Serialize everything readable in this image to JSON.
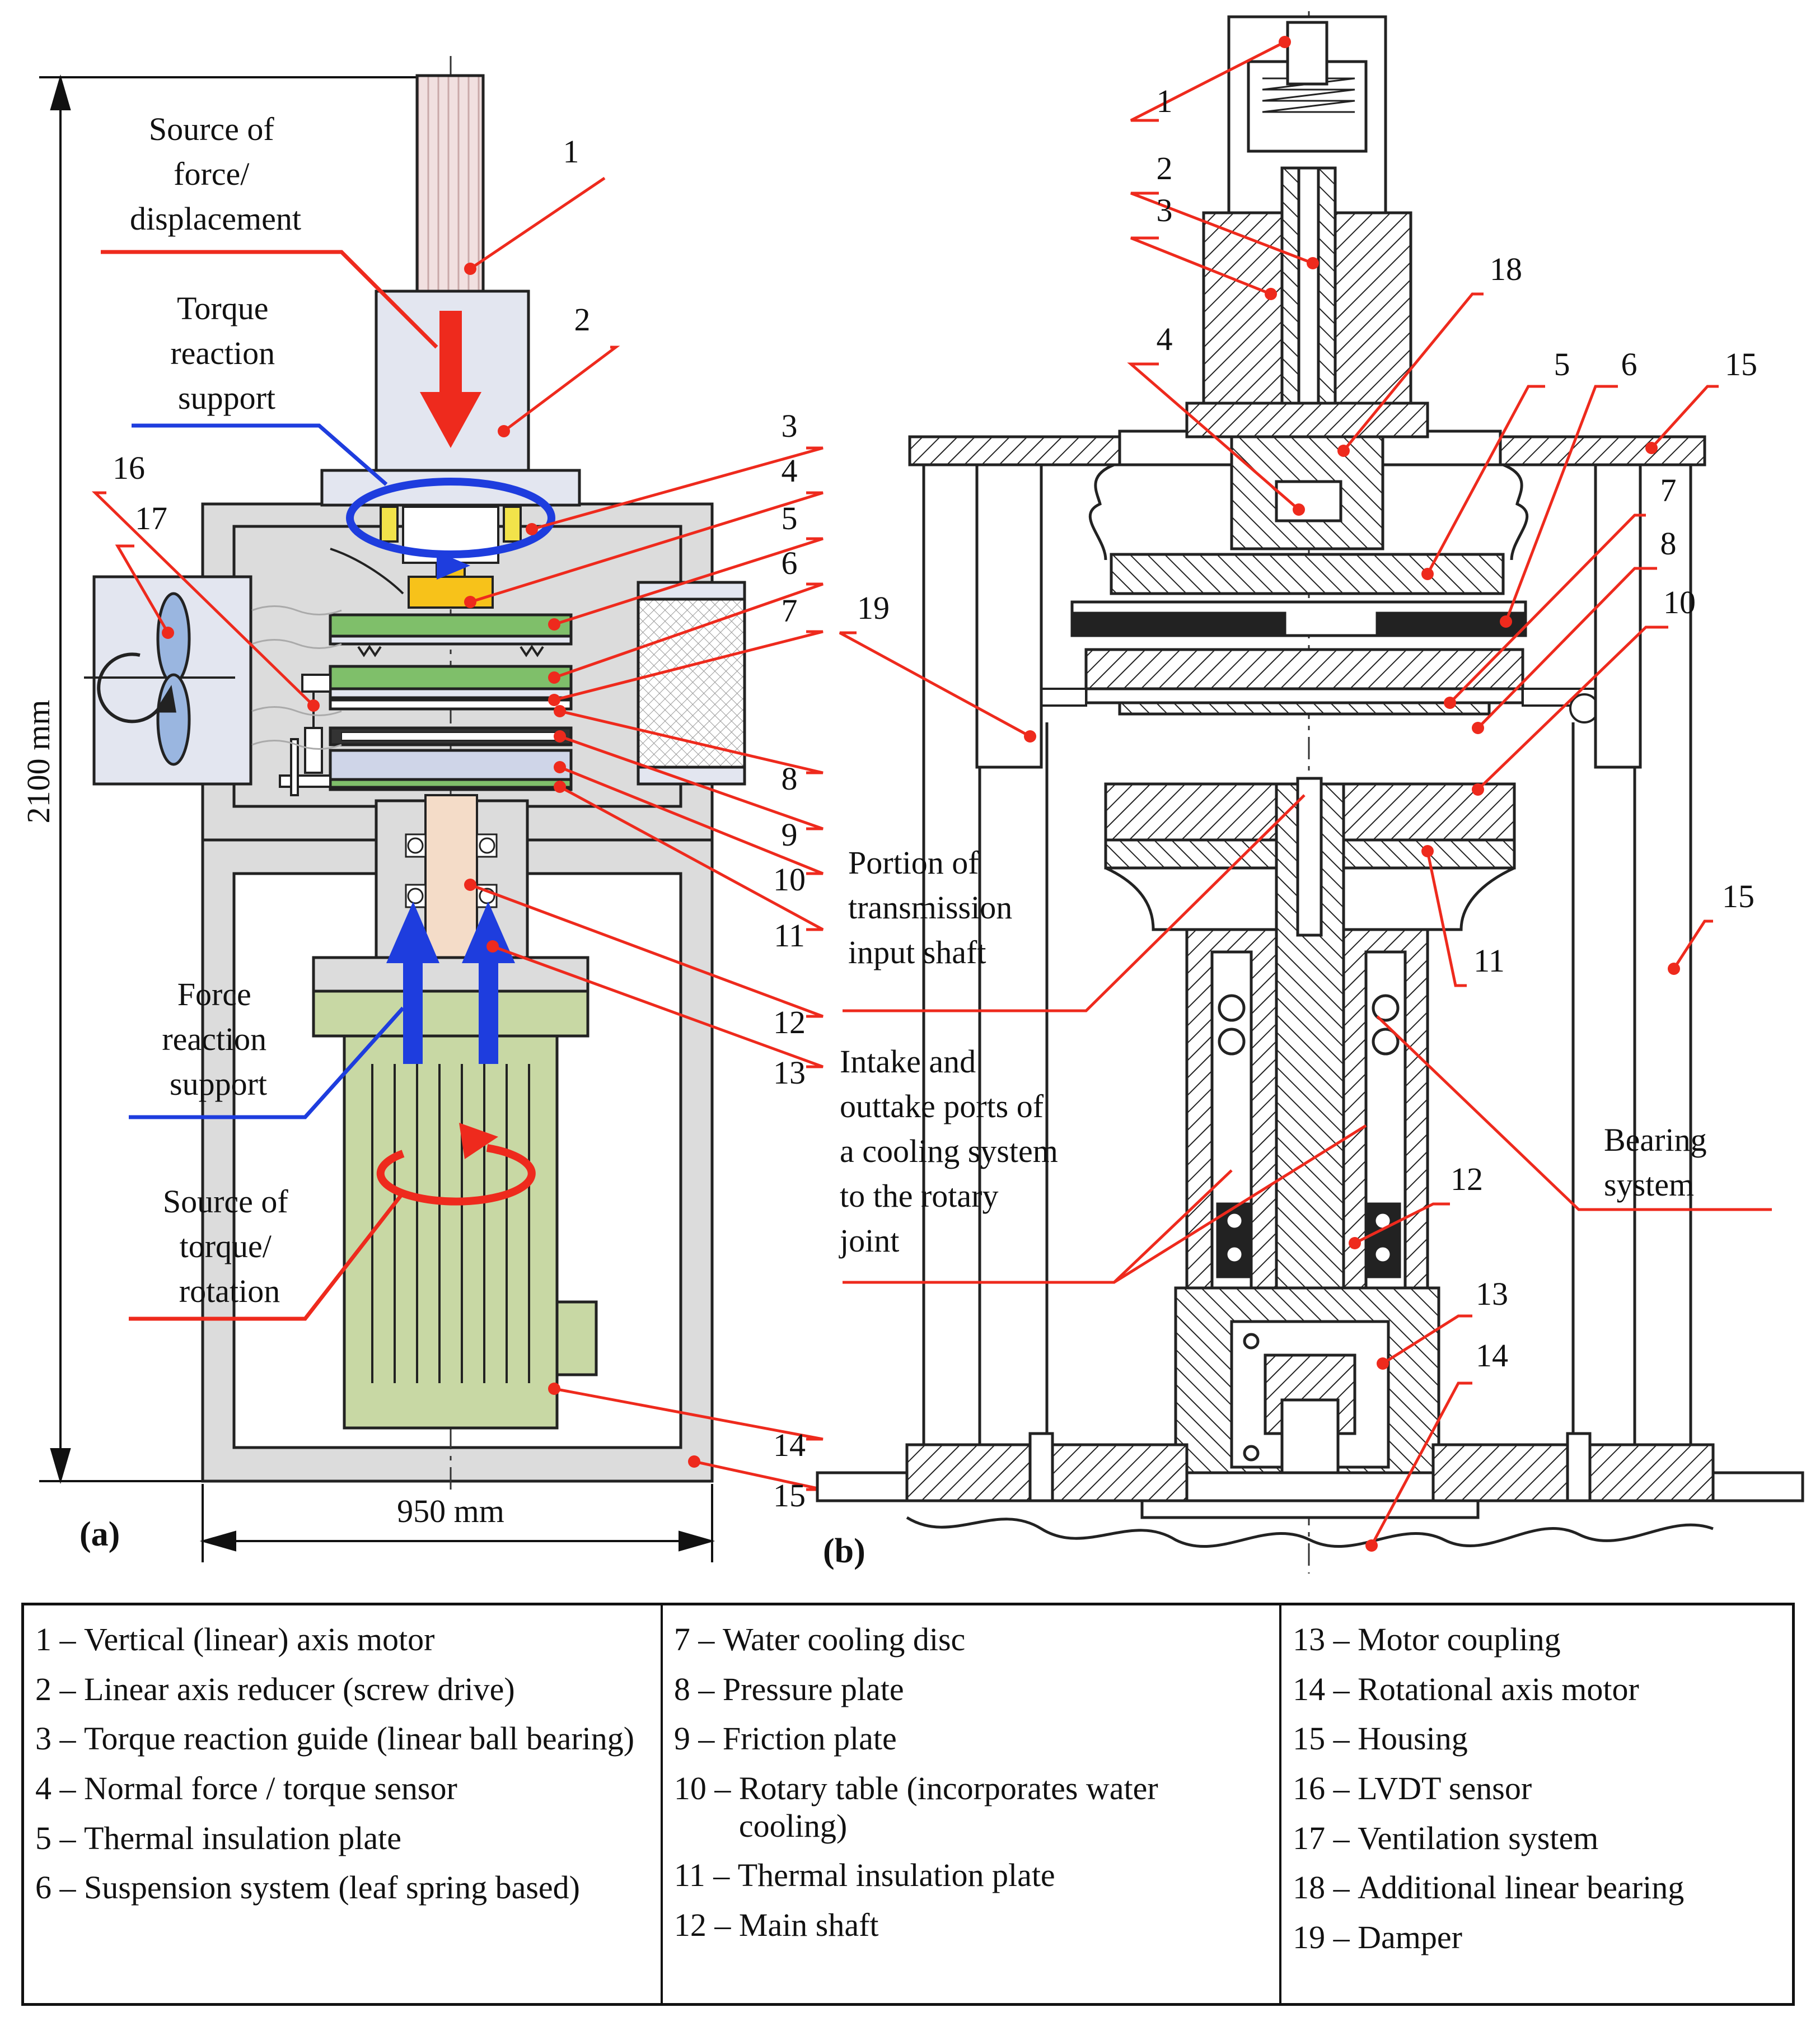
{
  "panel_a": {
    "label": "(a)",
    "height_dim": "2100 mm",
    "width_dim": "950 mm",
    "annotations": {
      "force_source": [
        "Source of",
        "force/",
        "displacement"
      ],
      "torque_support": [
        "Torque",
        "reaction",
        "support"
      ],
      "force_support": [
        "Force",
        "reaction",
        "support"
      ],
      "torque_source": [
        "Source of",
        "torque/",
        "rotation"
      ]
    },
    "callouts": [
      "1",
      "2",
      "3",
      "4",
      "5",
      "6",
      "7",
      "8",
      "9",
      "10",
      "11",
      "12",
      "13",
      "14",
      "15",
      "16",
      "17"
    ]
  },
  "panel_b": {
    "label": "(b)",
    "annotations": {
      "transmission": [
        "Portion of",
        "transmission",
        "input shaft"
      ],
      "cooling": [
        "Intake and",
        "outtake ports of",
        "a cooling system",
        "to the rotary",
        "joint"
      ],
      "bearing": [
        "Bearing",
        "system"
      ]
    },
    "callouts": [
      "1",
      "2",
      "3",
      "4",
      "5",
      "6",
      "15",
      "7",
      "8",
      "10",
      "18",
      "19",
      "11",
      "15",
      "12",
      "13",
      "14"
    ]
  },
  "legend": {
    "columns": [
      [
        {
          "num": "1 – ",
          "text": "Vertical (linear) axis motor"
        },
        {
          "num": "2 – ",
          "text": "Linear axis reducer (screw drive)"
        },
        {
          "num": "3 – ",
          "text": "Torque reaction guide (linear ball bearing)"
        },
        {
          "num": "4 – ",
          "text": "Normal force / torque sensor"
        },
        {
          "num": "5 – ",
          "text": "Thermal insulation plate"
        },
        {
          "num": "6 – ",
          "text": "Suspension system (leaf spring based)"
        }
      ],
      [
        {
          "num": "7 – ",
          "text": "Water cooling disc"
        },
        {
          "num": "8 – ",
          "text": "Pressure plate"
        },
        {
          "num": "9 – ",
          "text": "Friction plate"
        },
        {
          "num": "10 – ",
          "text": "Rotary table (incorporates water cooling)"
        },
        {
          "num": "11 – ",
          "text": "Thermal insulation plate"
        },
        {
          "num": "12 – ",
          "text": "Main shaft"
        }
      ],
      [
        {
          "num": "13 – ",
          "text": "Motor coupling"
        },
        {
          "num": "14 – ",
          "text": "Rotational axis motor"
        },
        {
          "num": "15 – ",
          "text": "Housing"
        },
        {
          "num": "16 – ",
          "text": "LVDT sensor"
        },
        {
          "num": "17 – ",
          "text": "Ventilation system"
        },
        {
          "num": "18 – ",
          "text": "Additional linear bearing"
        },
        {
          "num": "19 – ",
          "text": "Damper"
        }
      ]
    ]
  }
}
